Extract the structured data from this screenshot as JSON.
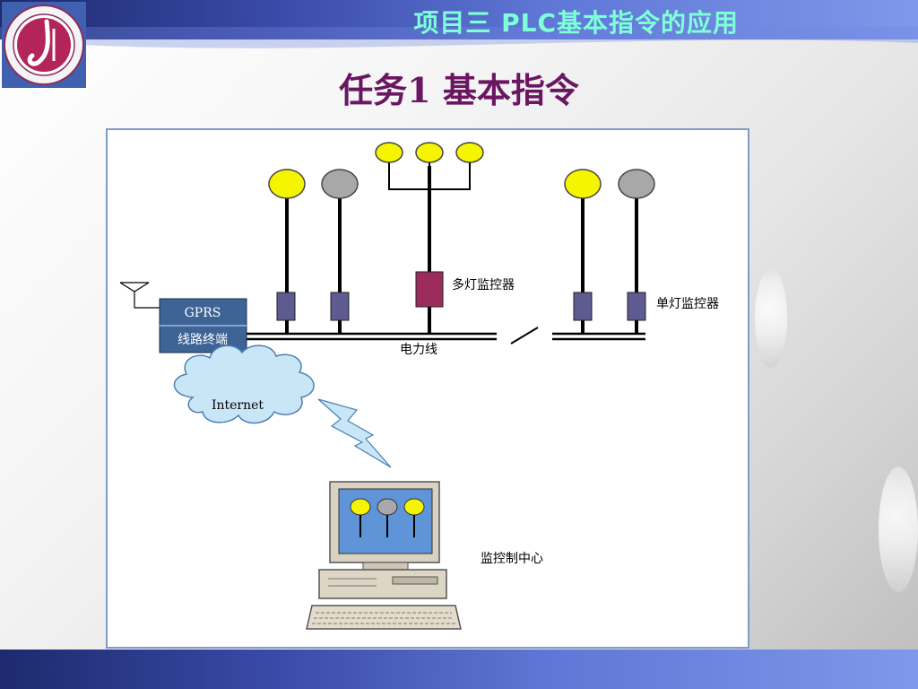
{
  "header": {
    "title": "项目三  PLC基本指令的应用"
  },
  "slide": {
    "title": "任务1    基本指令"
  },
  "diagram": {
    "gprs_label": "GPRS",
    "terminal_label": "线路终端",
    "multi_lamp_label": "多灯监控器",
    "single_lamp_label": "单灯监控器",
    "powerline_label": "电力线",
    "internet_label": "Internet",
    "control_center_label": "监控制中心"
  },
  "colors": {
    "lamp_on": "#f5f500",
    "lamp_off": "#a8a8a8",
    "single_controller": "#5d5b8f",
    "multi_controller": "#9c2c5b",
    "gprs_box": "#3e6496",
    "header_text": "#7dffd8",
    "title_text": "#6b1661"
  },
  "icons": {
    "logo": "school-seal-icon",
    "antenna": "antenna-icon",
    "cloud": "cloud-icon",
    "lightning": "lightning-icon",
    "computer": "computer-icon"
  }
}
